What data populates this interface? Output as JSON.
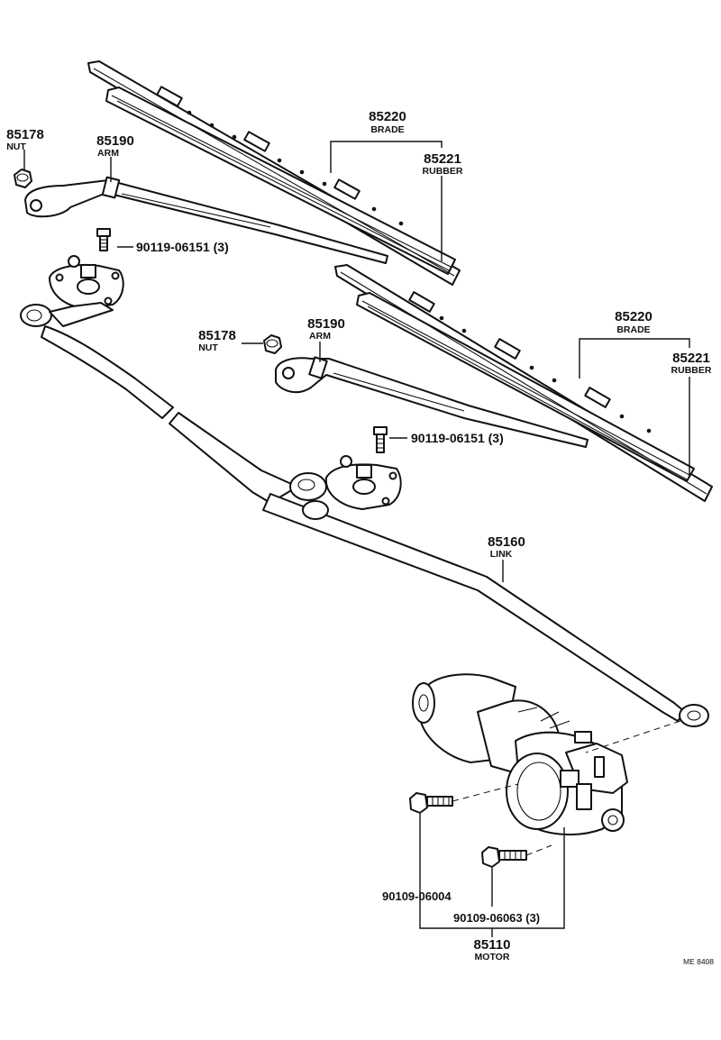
{
  "callouts": {
    "blade_1": {
      "number": "85220",
      "name": "BRADE"
    },
    "rubber_1": {
      "number": "85221",
      "name": "RUBBER"
    },
    "nut_1": {
      "number": "85178",
      "name": "NUT"
    },
    "arm_1": {
      "number": "85190",
      "name": "ARM"
    },
    "bolt_1": {
      "label": "90119-06151 (3)"
    },
    "blade_2": {
      "number": "85220",
      "name": "BRADE"
    },
    "rubber_2": {
      "number": "85221",
      "name": "RUBBER"
    },
    "nut_2": {
      "number": "85178",
      "name": "NUT"
    },
    "arm_2": {
      "number": "85190",
      "name": "ARM"
    },
    "bolt_2": {
      "label": "90119-06151 (3)"
    },
    "link": {
      "number": "85160",
      "name": "LINK"
    },
    "motor_bolt_a": {
      "label": "90109-06004"
    },
    "motor_bolt_b": {
      "label": "90109-06063 (3)"
    },
    "motor": {
      "number": "85110",
      "name": "MOTOR"
    }
  },
  "diagram_code": "ME 8408"
}
